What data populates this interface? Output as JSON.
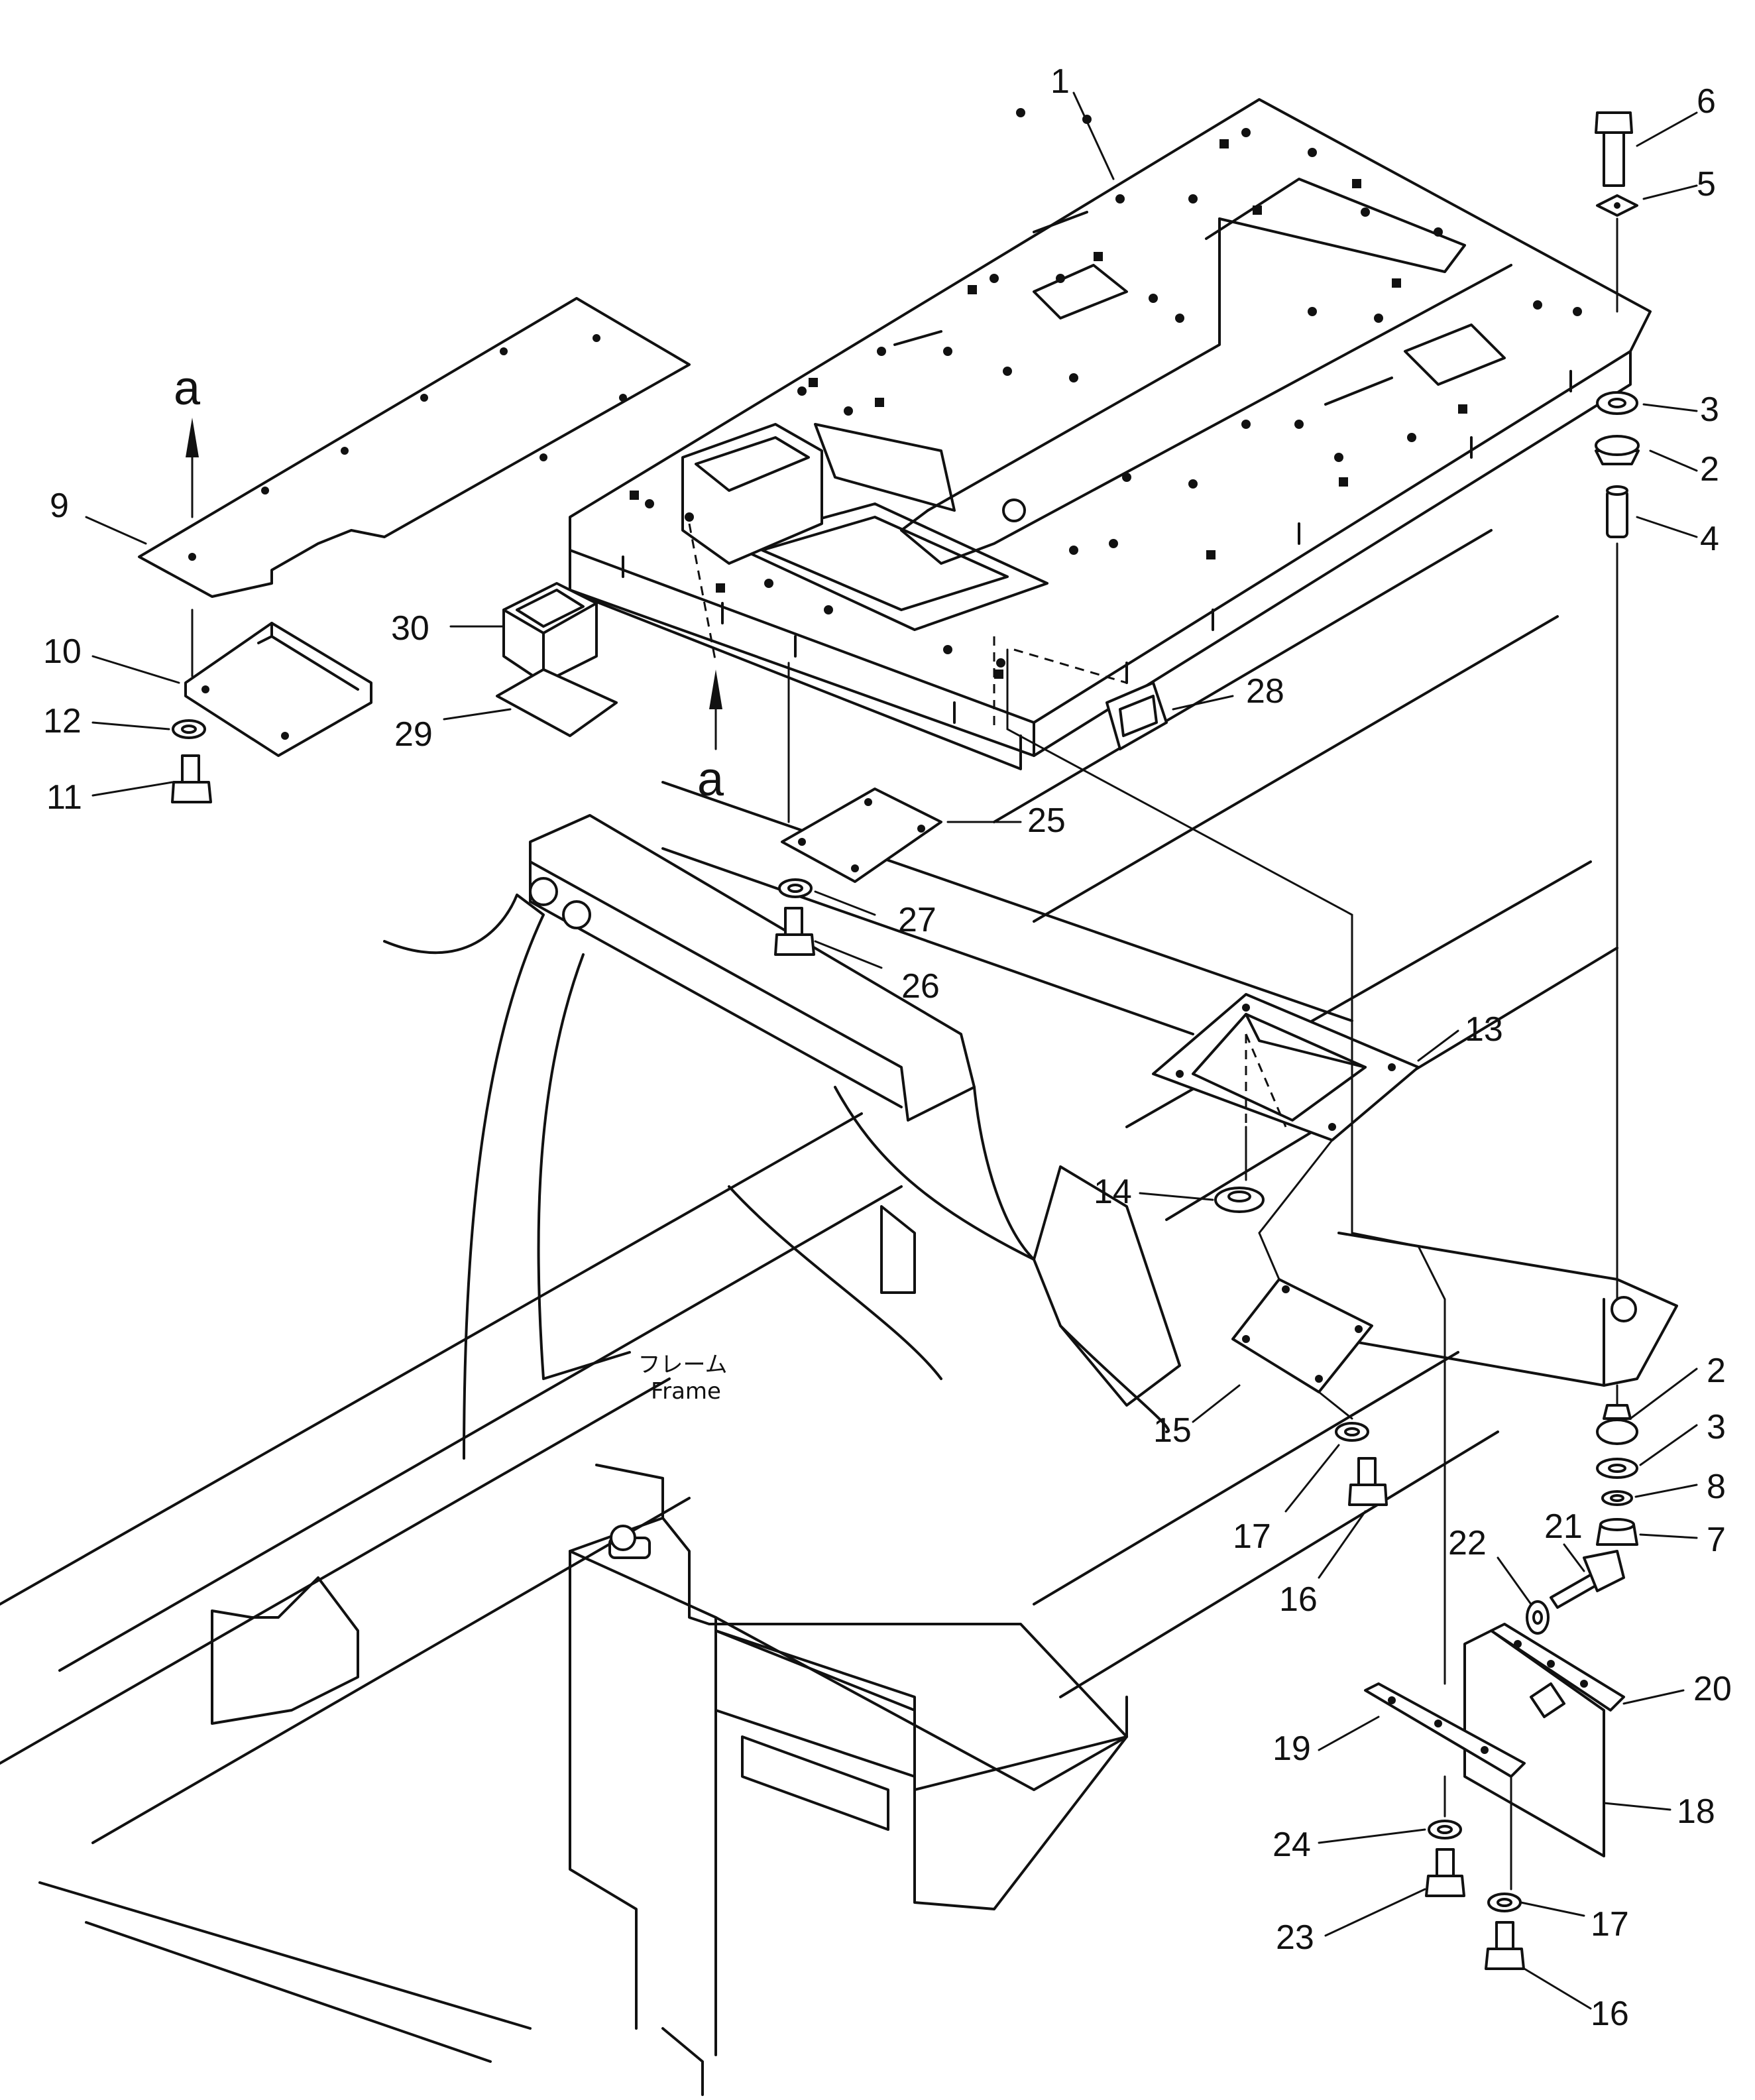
{
  "diagram": {
    "frame_label_jp": "フレーム",
    "frame_label_en": "Frame",
    "view_marker": "a",
    "callouts": [
      {
        "id": "c1",
        "number": "1"
      },
      {
        "id": "c6",
        "number": "6"
      },
      {
        "id": "c5",
        "number": "5"
      },
      {
        "id": "c3a",
        "number": "3"
      },
      {
        "id": "c2a",
        "number": "2"
      },
      {
        "id": "c4",
        "number": "4"
      },
      {
        "id": "c9",
        "number": "9"
      },
      {
        "id": "c10",
        "number": "10"
      },
      {
        "id": "c12",
        "number": "12"
      },
      {
        "id": "c11",
        "number": "11"
      },
      {
        "id": "c30",
        "number": "30"
      },
      {
        "id": "c29",
        "number": "29"
      },
      {
        "id": "c28",
        "number": "28"
      },
      {
        "id": "c25",
        "number": "25"
      },
      {
        "id": "c27",
        "number": "27"
      },
      {
        "id": "c26",
        "number": "26"
      },
      {
        "id": "c13",
        "number": "13"
      },
      {
        "id": "c14",
        "number": "14"
      },
      {
        "id": "c15",
        "number": "15"
      },
      {
        "id": "c17a",
        "number": "17"
      },
      {
        "id": "c16a",
        "number": "16"
      },
      {
        "id": "c2b",
        "number": "2"
      },
      {
        "id": "c3b",
        "number": "3"
      },
      {
        "id": "c8",
        "number": "8"
      },
      {
        "id": "c7",
        "number": "7"
      },
      {
        "id": "c21",
        "number": "21"
      },
      {
        "id": "c22",
        "number": "22"
      },
      {
        "id": "c20",
        "number": "20"
      },
      {
        "id": "c19",
        "number": "19"
      },
      {
        "id": "c18",
        "number": "18"
      },
      {
        "id": "c24",
        "number": "24"
      },
      {
        "id": "c23",
        "number": "23"
      },
      {
        "id": "c17b",
        "number": "17"
      },
      {
        "id": "c16b",
        "number": "16"
      }
    ]
  }
}
